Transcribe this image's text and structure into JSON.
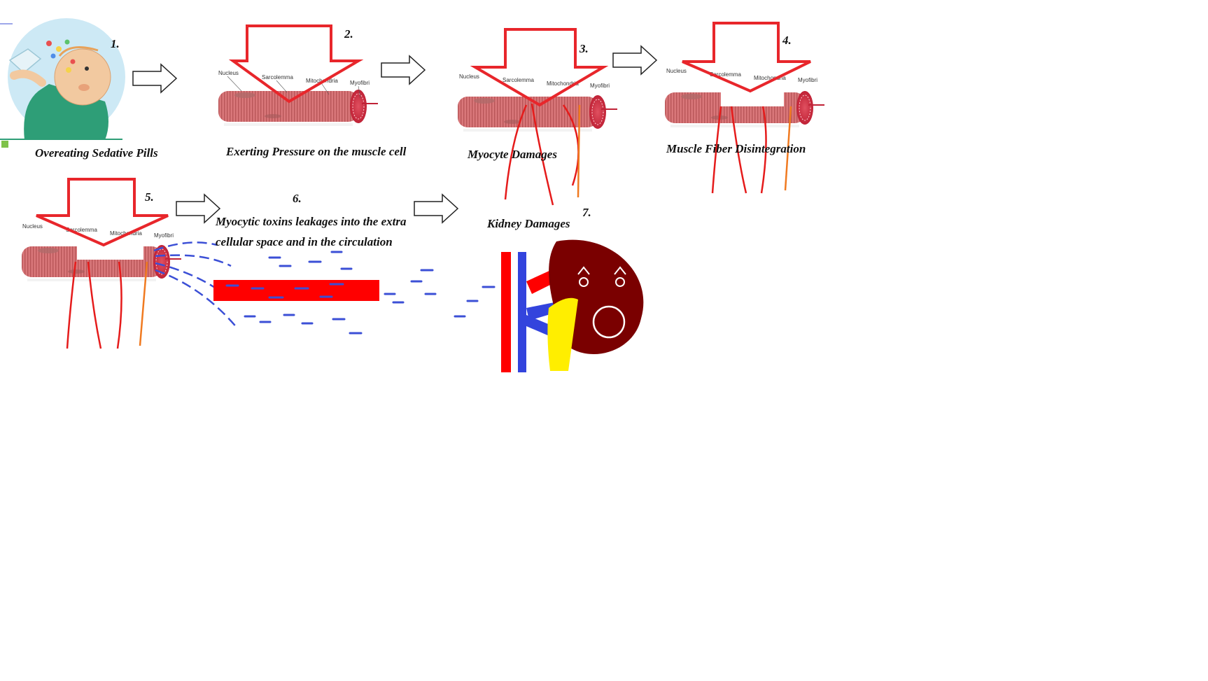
{
  "title": "",
  "steps": [
    {
      "number": "1.",
      "caption": "Overeating Sedative Pills"
    },
    {
      "number": "2.",
      "caption": "Exerting Pressure on the muscle cell"
    },
    {
      "number": "3.",
      "caption": "Myocyte Damages"
    },
    {
      "number": "4.",
      "caption": "Muscle Fiber Disintegration"
    },
    {
      "number": "5.",
      "caption": ""
    },
    {
      "number": "6.",
      "caption_line1": "Myocytic toxins leakages into the extra",
      "caption_line2": "cellular space and in the circulation"
    },
    {
      "number": "7.",
      "caption": "Kidney Damages"
    }
  ],
  "muscle_labels": {
    "nucleus": "Nucleus",
    "sarcolemma": "Sarcolemma",
    "mitochondria": "Mitochondria",
    "myofibril": "Myofibri"
  },
  "colors": {
    "pressure_arrow": "#e8262b",
    "fiber": "#d9777a",
    "fiber_stripe": "#b85558",
    "crack": "#e51b1b",
    "toxin": "#3b4fd6",
    "vessel": "#ff0000",
    "vein": "#3344dd",
    "kidney": "#7a0000",
    "ureter": "#ffee00",
    "face_skin": "#f2c9a0",
    "shirt": "#2e9e77",
    "bg_circle": "#cde9f5"
  },
  "icons": [
    "pill-drinking-person-icon",
    "flow-arrow-icon",
    "pressure-arrow-icon",
    "muscle-fiber-icon",
    "kidney-icon"
  ]
}
